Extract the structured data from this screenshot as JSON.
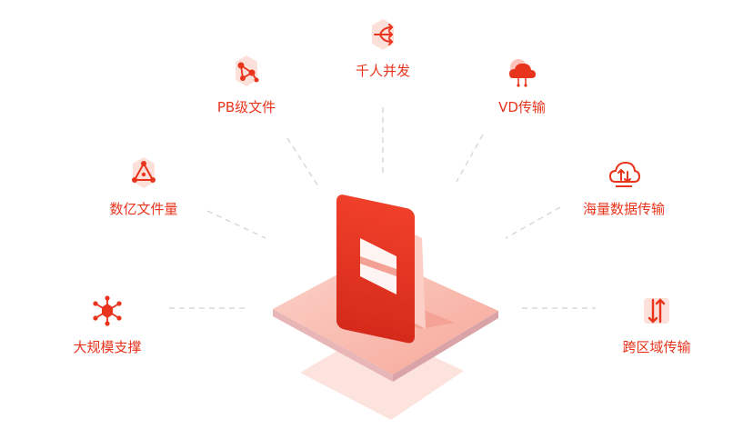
{
  "features": [
    {
      "id": "concurrency",
      "label": "千人并发",
      "icon": "branch-arrows-icon"
    },
    {
      "id": "pb-files",
      "label": "PB级文件",
      "icon": "network-nodes-icon"
    },
    {
      "id": "vd-transfer",
      "label": "VD传输",
      "icon": "cloud-upload-icon"
    },
    {
      "id": "billion-files",
      "label": "数亿文件量",
      "icon": "triangle-nodes-icon"
    },
    {
      "id": "mass-data",
      "label": "海量数据传输",
      "icon": "cloud-transfer-icon"
    },
    {
      "id": "large-scale",
      "label": "大规模支撑",
      "icon": "hub-network-icon"
    },
    {
      "id": "cross-region",
      "label": "跨区域传输",
      "icon": "swap-arrows-icon"
    }
  ],
  "colors": {
    "accent": "#e8341c",
    "accent_light": "#fde0da",
    "dash": "#d9d9d9"
  }
}
